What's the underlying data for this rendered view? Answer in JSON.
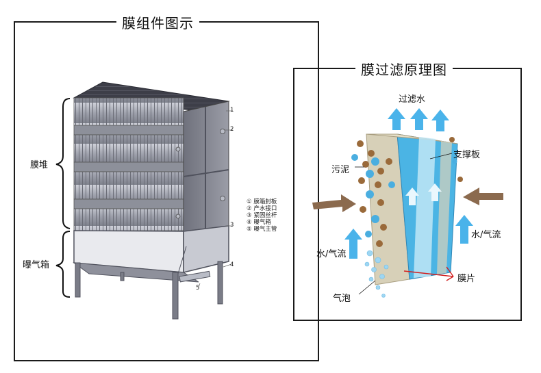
{
  "left_panel": {
    "title": "膜组件图示",
    "brace_top_label": "膜堆",
    "brace_bottom_label": "曝气箱",
    "callouts": [
      "1",
      "2",
      "3",
      "4",
      "5"
    ],
    "legend": [
      {
        "num": "①",
        "text": "膜箱封板"
      },
      {
        "num": "②",
        "text": "产水接口"
      },
      {
        "num": "③",
        "text": "紧固丝杆"
      },
      {
        "num": "④",
        "text": "曝气箱"
      },
      {
        "num": "⑤",
        "text": "曝气主管"
      }
    ]
  },
  "right_panel": {
    "title": "膜过滤原理图",
    "labels": {
      "filtered_water": "过滤水",
      "sludge": "污泥",
      "support_plate": "支撑板",
      "water_gas_left": "水/气流",
      "water_gas_right": "水/气流",
      "bubbles": "气泡",
      "membrane": "膜片"
    }
  },
  "colors": {
    "frame": "#1a1a1a",
    "module_gray": "#8a8c96",
    "module_dark": "#4e4f5a",
    "water_blue": "#3aa7df",
    "arrow_light_blue": "#49b5ea",
    "arrow_brown": "#8b6a4e",
    "sludge_brown": "#9a6a3a",
    "leader_red": "#d21f1f"
  }
}
